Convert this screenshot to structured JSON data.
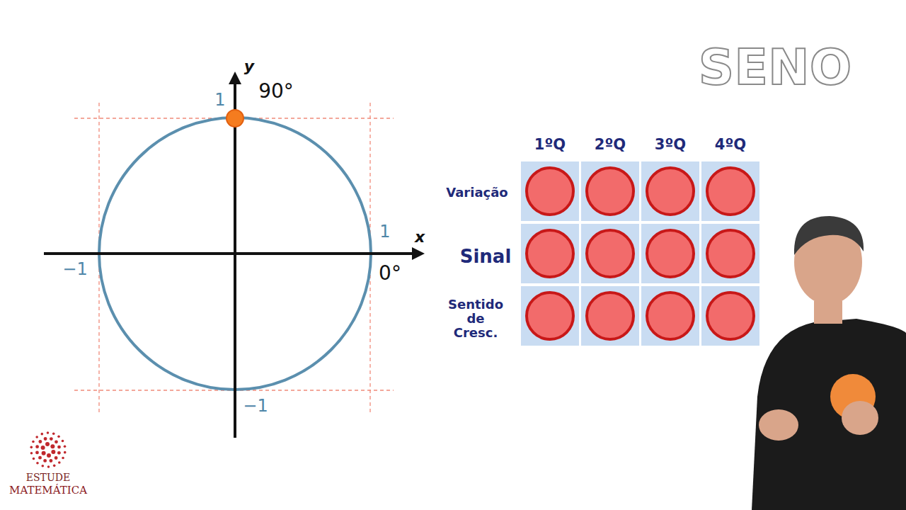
{
  "diagram": {
    "title": "SENO",
    "labels": [
      "y",
      "1",
      "90°",
      "1",
      "x",
      "−1",
      "0°",
      "−1",
      "1ºQ",
      "2ºQ",
      "3ºQ",
      "4ºQ",
      "Variação",
      "Sinal",
      "Sentido de Cresc.",
      "ESTUDE",
      "MATEMÁTICA"
    ]
  }
}
